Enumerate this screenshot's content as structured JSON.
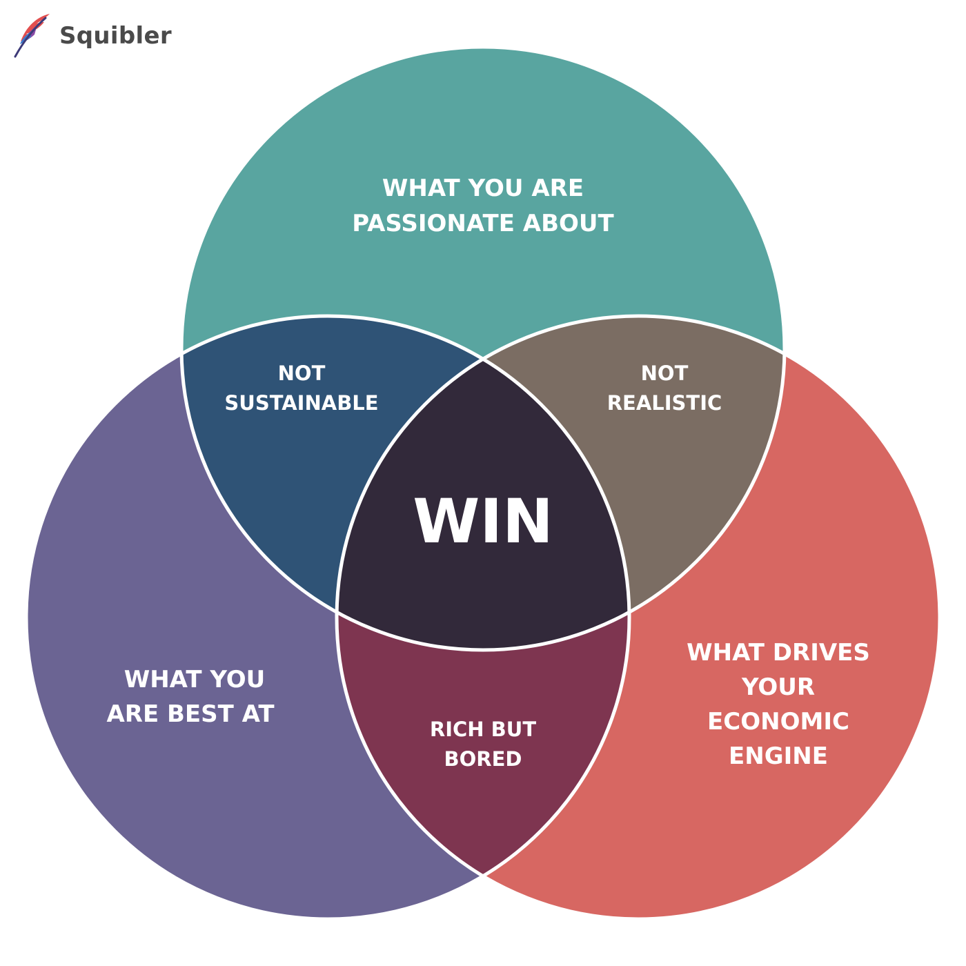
{
  "brand": {
    "name": "Squibler"
  },
  "colors": {
    "passion": "#59A5A0",
    "best_at": "#6B6493",
    "economic": "#D76762",
    "not_sustainable": "#2F5376",
    "not_realistic": "#7B6D63",
    "rich_but_bored": "#7E3550",
    "win": "#32293A",
    "outline": "#ffffff"
  },
  "circles": {
    "top": {
      "line1": "WHAT YOU ARE",
      "line2": "PASSIONATE ABOUT"
    },
    "left": {
      "line1": "WHAT YOU",
      "line2": "ARE BEST AT"
    },
    "right": {
      "line1": "WHAT DRIVES",
      "line2": "YOUR",
      "line3": "ECONOMIC",
      "line4": "ENGINE"
    }
  },
  "overlaps": {
    "top_left": {
      "line1": "NOT",
      "line2": "SUSTAINABLE"
    },
    "top_right": {
      "line1": "NOT",
      "line2": "REALISTIC"
    },
    "bottom": {
      "line1": "RICH BUT",
      "line2": "BORED"
    },
    "center": {
      "label": "WIN"
    }
  }
}
